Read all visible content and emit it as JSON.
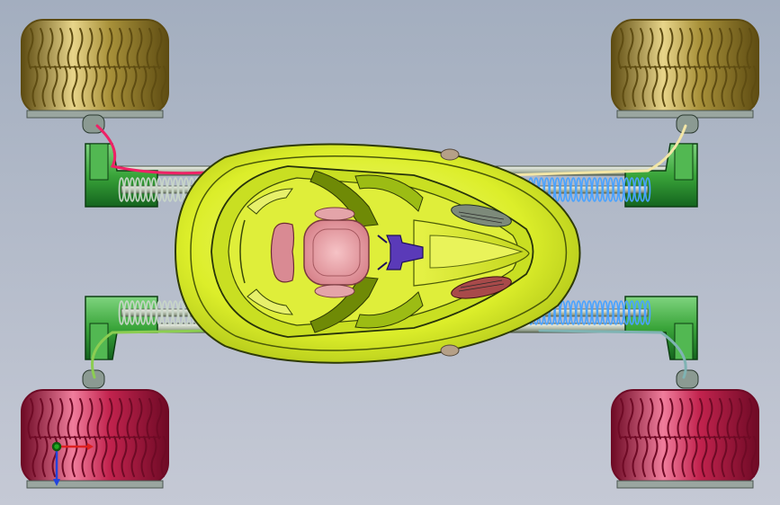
{
  "view": {
    "background_top": "#a3aebf",
    "background_bottom": "#c5c9d5"
  },
  "colors": {
    "tire_gold": "#a8913a",
    "tire_gold_dark": "#5e4c12",
    "tire_gold_light": "#e8d58a",
    "tire_red": "#c2234e",
    "tire_red_dark": "#6e0a25",
    "tire_red_light": "#f07d9c",
    "arm_green": "#3aa53a",
    "arm_green_dark": "#14641e",
    "body_yellow": "#dcee2a",
    "body_yellow_dark": "#4b5a08",
    "seat_pink": "#e7a0a6",
    "steering_purple": "#5a3ab8",
    "vent_gray": "#7d8a7a",
    "vent_red": "#a84a4a",
    "spring_silver": "#c8d6c8",
    "spring_blue": "#4aa3ff",
    "cable_red": "#ee2266",
    "cable_cream": "#f3e6a6",
    "cable_green": "#8ccd52",
    "cable_teal": "#7fb3b3",
    "axis_x": "#e02020",
    "axis_y": "#22aa22",
    "axis_z": "#2244dd"
  },
  "wheels": [
    {
      "id": "front-left",
      "tone": "gold"
    },
    {
      "id": "front-right",
      "tone": "gold"
    },
    {
      "id": "rear-left",
      "tone": "red"
    },
    {
      "id": "rear-right",
      "tone": "red"
    }
  ],
  "springs": [
    {
      "id": "upper-left",
      "tone": "silver"
    },
    {
      "id": "upper-right",
      "tone": "blue"
    },
    {
      "id": "lower-left",
      "tone": "silver"
    },
    {
      "id": "lower-right",
      "tone": "blue"
    }
  ]
}
